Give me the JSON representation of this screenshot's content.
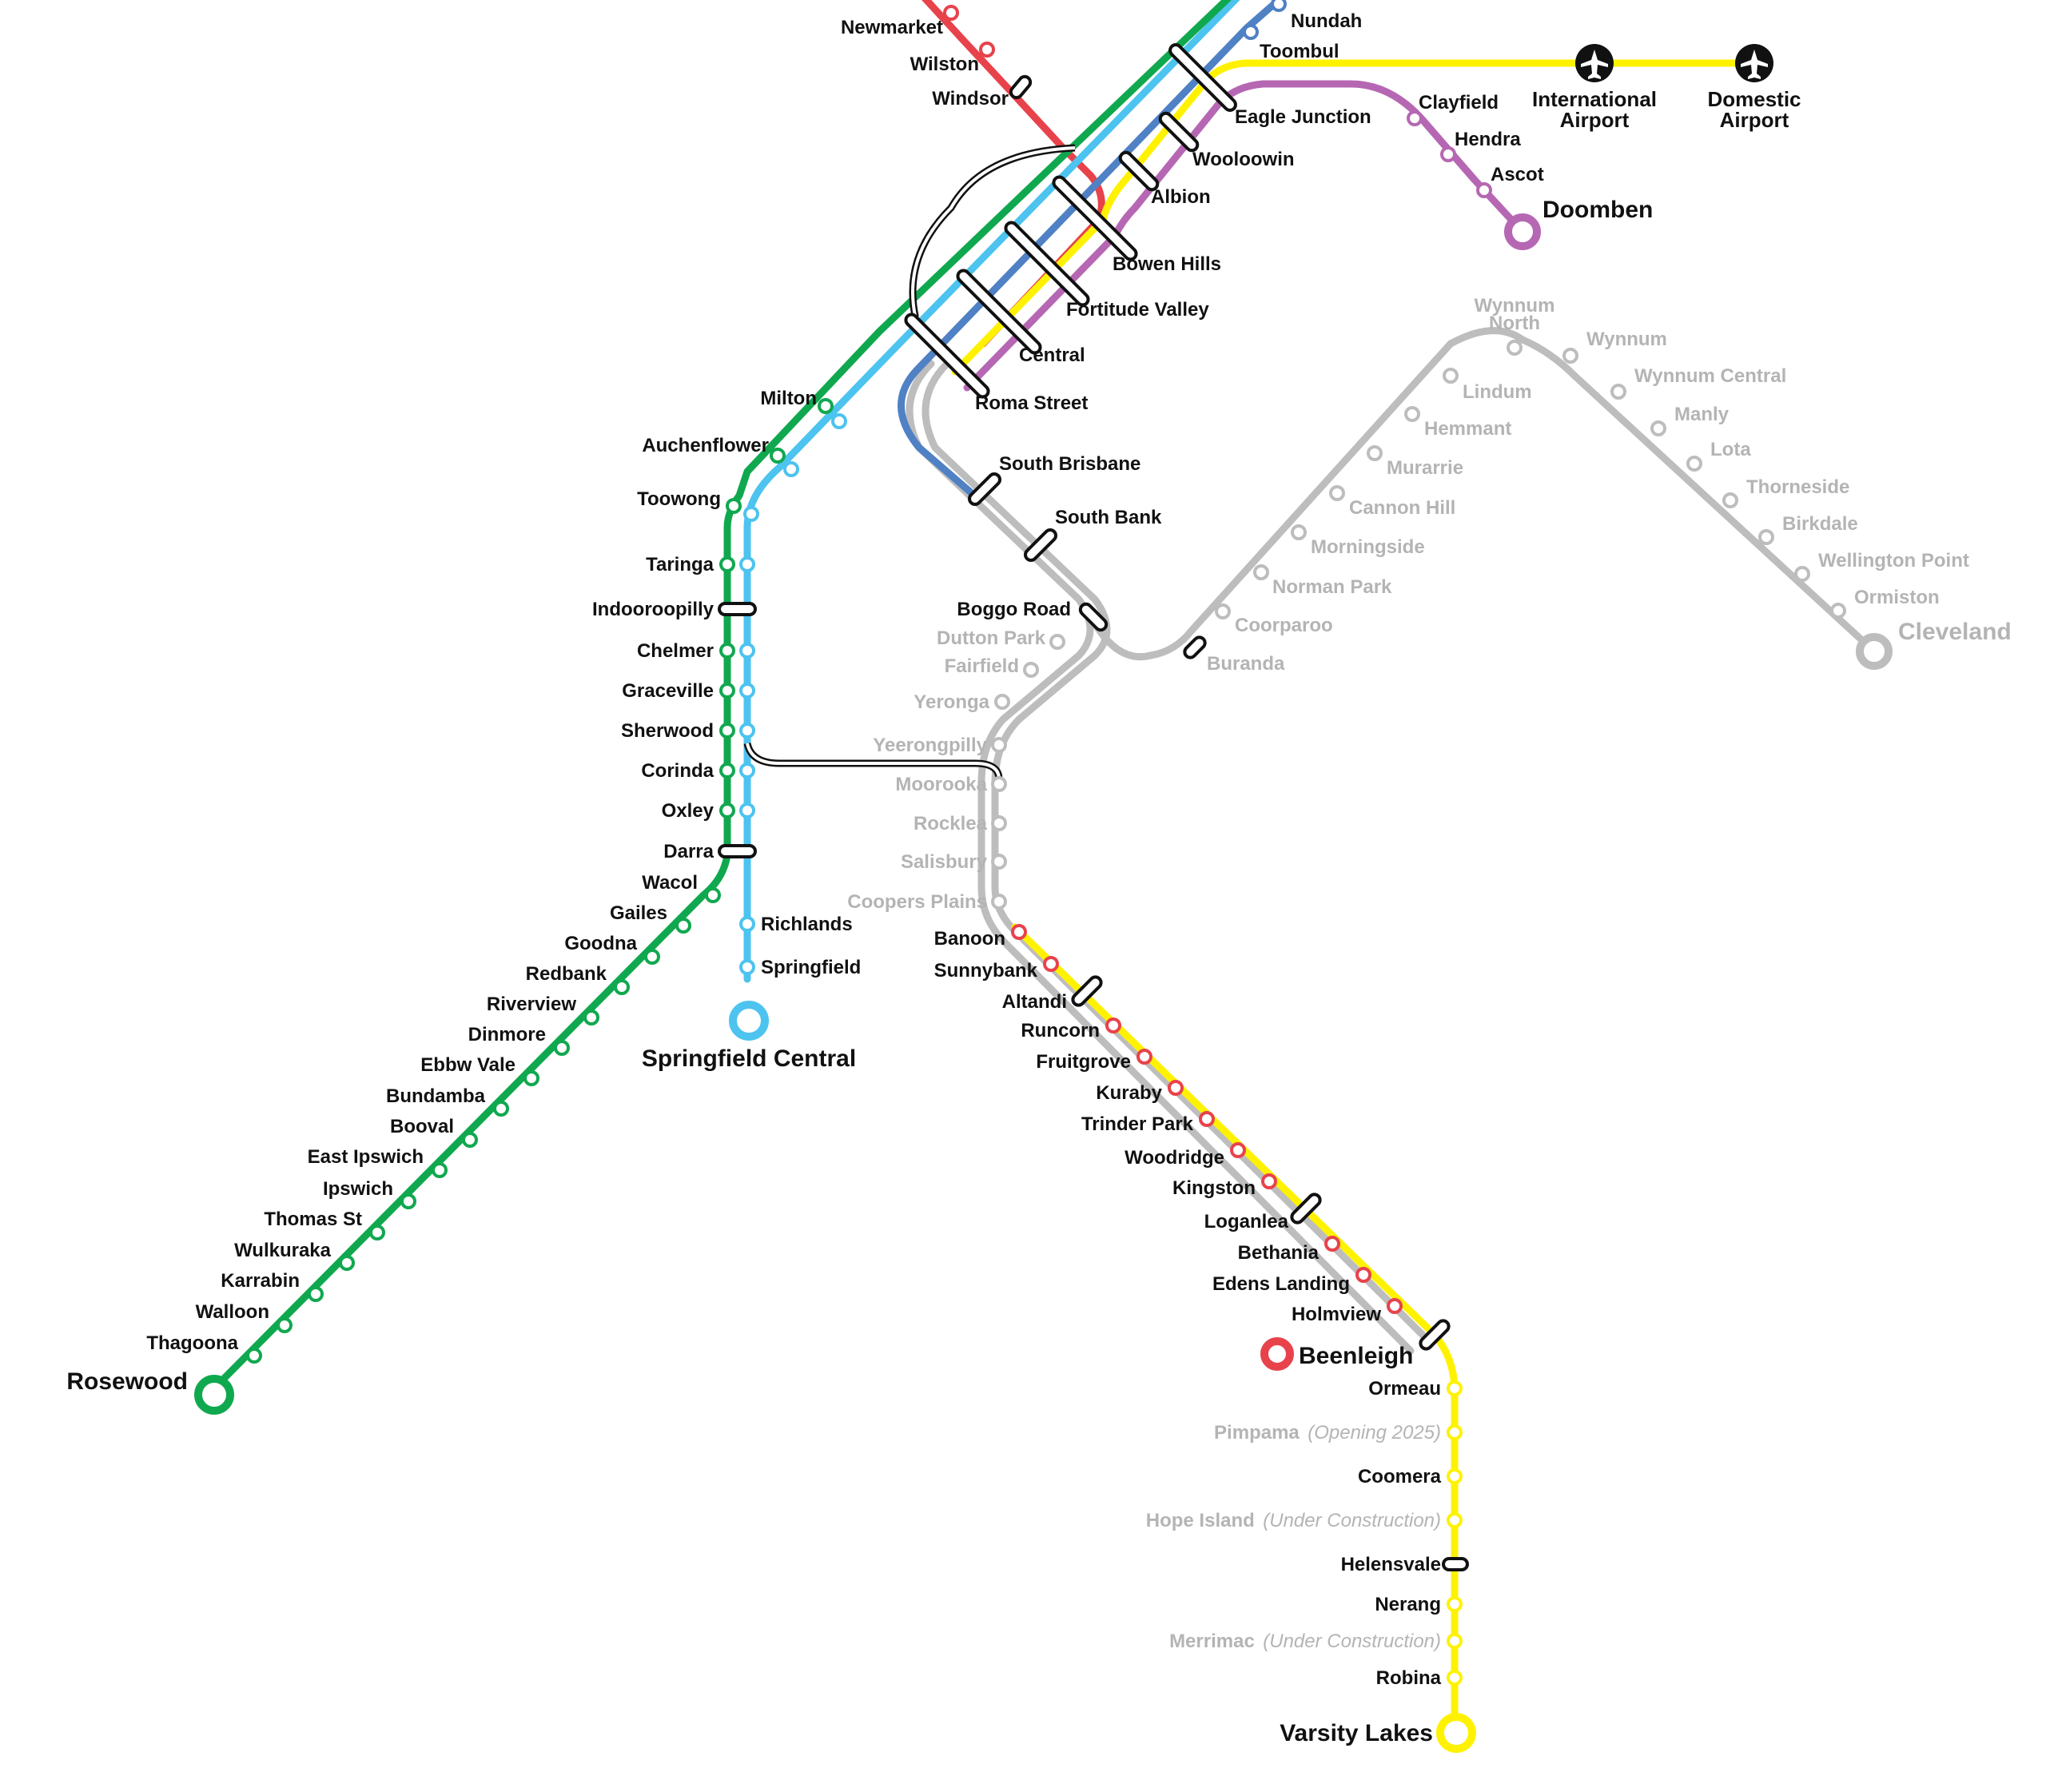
{
  "colors": {
    "ipswich_rosewood": "#10a84f",
    "springfield": "#4dc3ef",
    "redcliffe_kippa_ring": "#e8424b",
    "airport_gold_coast": "#fff200",
    "doomben": "#b667b3",
    "shorncliffe_nundah": "#4f81c4",
    "cleveland_grey": "#bdbdbd",
    "connector": "#111111"
  },
  "icons": {
    "airport": "airplane-icon"
  },
  "stations": {
    "newmarket": "Newmarket",
    "wilston": "Wilston",
    "windsor": "Windsor",
    "nundah": "Nundah",
    "toombul": "Toombul",
    "eagle_junction": "Eagle Junction",
    "wooloowin": "Wooloowin",
    "albion": "Albion",
    "bowen_hills": "Bowen Hills",
    "fortitude_valley": "Fortitude Valley",
    "central": "Central",
    "roma_street": "Roma Street",
    "clayfield": "Clayfield",
    "hendra": "Hendra",
    "ascot": "Ascot",
    "doomben": "Doomben",
    "international_airport_1": "International",
    "international_airport_2": "Airport",
    "domestic_airport_1": "Domestic",
    "domestic_airport_2": "Airport",
    "milton": "Milton",
    "auchenflower": "Auchenflower",
    "toowong": "Toowong",
    "taringa": "Taringa",
    "indooroopilly": "Indooroopilly",
    "chelmer": "Chelmer",
    "graceville": "Graceville",
    "sherwood": "Sherwood",
    "corinda": "Corinda",
    "oxley": "Oxley",
    "darra": "Darra",
    "wacol": "Wacol",
    "gailes": "Gailes",
    "goodna": "Goodna",
    "redbank": "Redbank",
    "riverview": "Riverview",
    "dinmore": "Dinmore",
    "ebbw_vale": "Ebbw Vale",
    "bundamba": "Bundamba",
    "booval": "Booval",
    "east_ipswich": "East Ipswich",
    "ipswich": "Ipswich",
    "thomas_st": "Thomas St",
    "wulkuraka": "Wulkuraka",
    "karrabin": "Karrabin",
    "walloon": "Walloon",
    "thagoona": "Thagoona",
    "rosewood": "Rosewood",
    "richlands": "Richlands",
    "springfield": "Springfield",
    "springfield_central": "Springfield Central",
    "south_brisbane": "South Brisbane",
    "south_bank": "South Bank",
    "boggo_road": "Boggo Road",
    "dutton_park": "Dutton Park",
    "fairfield": "Fairfield",
    "yeronga": "Yeronga",
    "yeerongpilly": "Yeerongpilly",
    "moorooka": "Moorooka",
    "rocklea": "Rocklea",
    "salisbury": "Salisbury",
    "coopers_plains": "Coopers Plains",
    "buranda": "Buranda",
    "coorparoo": "Coorparoo",
    "norman_park": "Norman Park",
    "morningside": "Morningside",
    "cannon_hill": "Cannon Hill",
    "murarrie": "Murarrie",
    "hemmant": "Hemmant",
    "lindum": "Lindum",
    "wynnum_north_1": "Wynnum",
    "wynnum_north_2": "North",
    "wynnum": "Wynnum",
    "wynnum_central": "Wynnum Central",
    "manly": "Manly",
    "lota": "Lota",
    "thorneside": "Thorneside",
    "birkdale": "Birkdale",
    "wellington_point": "Wellington Point",
    "ormiston": "Ormiston",
    "cleveland": "Cleveland",
    "banoon": "Banoon",
    "sunnybank": "Sunnybank",
    "altandi": "Altandi",
    "runcorn": "Runcorn",
    "fruitgrove": "Fruitgrove",
    "kuraby": "Kuraby",
    "trinder_park": "Trinder Park",
    "woodridge": "Woodridge",
    "kingston": "Kingston",
    "loganlea": "Loganlea",
    "bethania": "Bethania",
    "edens_landing": "Edens Landing",
    "holmview": "Holmview",
    "beenleigh": "Beenleigh",
    "ormeau": "Ormeau",
    "pimpama": "Pimpama",
    "pimpama_note": "(Opening 2025)",
    "coomera": "Coomera",
    "hope_island": "Hope Island",
    "hope_island_note": "(Under Construction)",
    "helensvale": "Helensvale",
    "nerang": "Nerang",
    "merrimac": "Merrimac",
    "merrimac_note": "(Under Construction)",
    "robina": "Robina",
    "varsity_lakes": "Varsity Lakes"
  }
}
